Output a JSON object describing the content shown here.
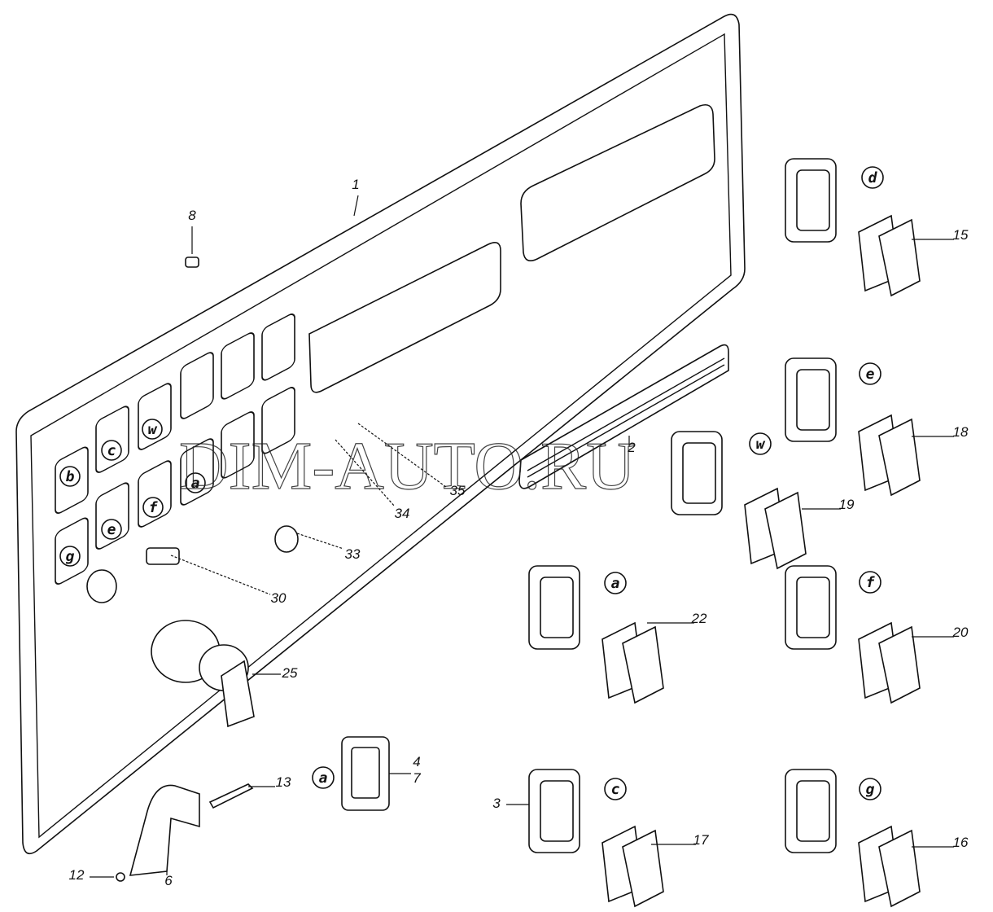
{
  "watermark": "DIM-AUTO.RU",
  "panel_letters": [
    "b",
    "c",
    "w",
    "e",
    "f",
    "a",
    "g"
  ],
  "callouts": [
    "1",
    "8",
    "2",
    "35",
    "34",
    "33",
    "30",
    "25",
    "4",
    "7",
    "13",
    "12",
    "6",
    "3",
    "17",
    "22",
    "19",
    "18",
    "15",
    "20",
    "16"
  ],
  "circle_letters": [
    "d",
    "e",
    "w",
    "a",
    "f",
    "a",
    "c",
    "g"
  ]
}
